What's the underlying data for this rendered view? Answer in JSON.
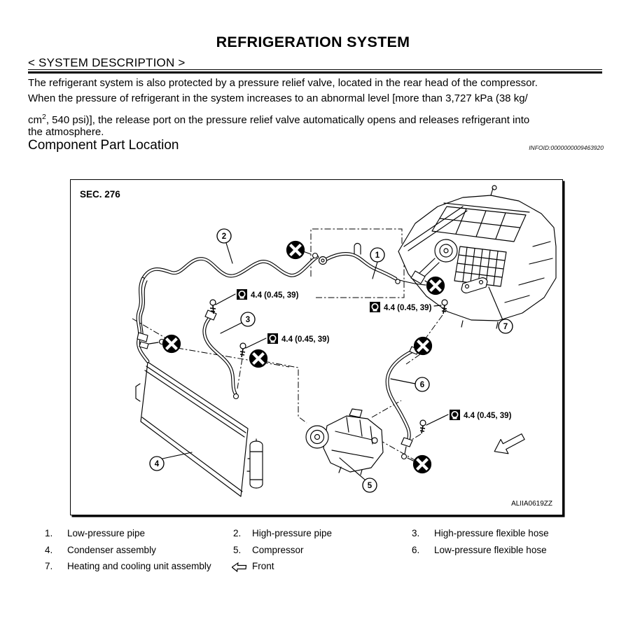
{
  "page": {
    "title": "REFRIGERATION SYSTEM",
    "section_heading": "< SYSTEM DESCRIPTION >",
    "body": {
      "line1": "The refrigerant system is also protected by a pressure relief valve, located in the rear head of the compressor.",
      "line2": "When the pressure of refrigerant in the system increases to an abnormal level [more than 3,727 kPa (38 kg/",
      "line3_pre": "cm",
      "line3_sup": "2",
      "line3_post": ", 540 psi)], the release port on the pressure relief valve automatically opens and releases refrigerant into",
      "line4": "the atmosphere."
    },
    "subsection_heading": "Component Part Location",
    "infoid": "INFOID:0000000009463920"
  },
  "figure": {
    "sec_label": "SEC. 276",
    "figure_id": "ALIIA0619ZZ",
    "torque_label": "4.4 (0.45, 39)",
    "callouts": [
      "1",
      "2",
      "3",
      "4",
      "5",
      "6",
      "7"
    ]
  },
  "legend": {
    "items": [
      {
        "num": "1.",
        "label": "Low-pressure pipe"
      },
      {
        "num": "2.",
        "label": "High-pressure pipe"
      },
      {
        "num": "3.",
        "label": "High-pressure flexible hose"
      },
      {
        "num": "4.",
        "label": "Condenser assembly"
      },
      {
        "num": "5.",
        "label": "Compressor"
      },
      {
        "num": "6.",
        "label": "Low-pressure flexible hose"
      },
      {
        "num": "7.",
        "label": "Heating and cooling unit assembly"
      }
    ],
    "front_label": "Front"
  }
}
